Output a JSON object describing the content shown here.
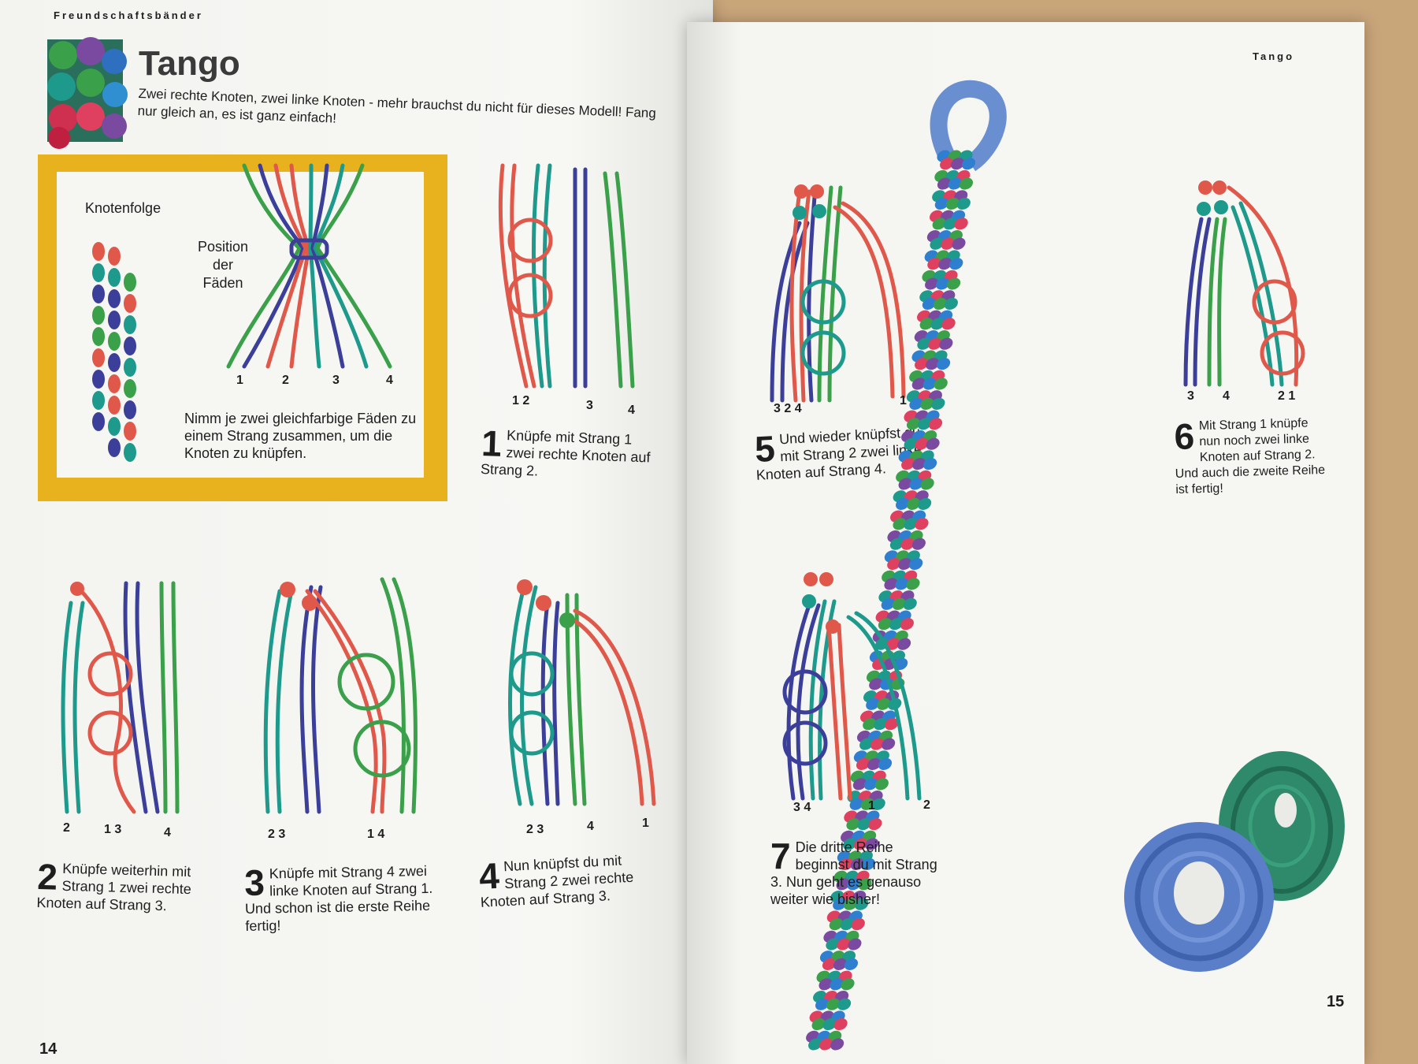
{
  "header": {
    "left": "Freundschaftsbänder",
    "right": "Tango"
  },
  "title": "Tango",
  "intro": "Zwei rechte Knoten, zwei linke Knoten - mehr brauchst du nicht für dieses Modell! Fang nur gleich an, es ist ganz einfach!",
  "infobox": {
    "knotenfolge": "Knotenfolge",
    "position": [
      "Position",
      "der",
      "Fäden"
    ],
    "numbers": [
      "1",
      "2",
      "3",
      "4"
    ],
    "text": "Nimm je zwei gleichfarbige Fäden zu einem Strang zusammen, um die Knoten zu knüpfen."
  },
  "steps": [
    {
      "n": "1",
      "text": "Knüpfe mit Strang 1 zwei rechte Knoten auf Strang 2.",
      "labels": [
        "1 2",
        "3",
        "4"
      ]
    },
    {
      "n": "2",
      "text": "Knüpfe weiterhin mit Strang 1 zwei rechte Knoten auf Strang 3.",
      "labels": [
        "2",
        "1 3",
        "4"
      ]
    },
    {
      "n": "3",
      "text": "Knüpfe mit Strang 4 zwei linke Knoten auf Strang 1. Und schon ist die erste Reihe fertig!",
      "labels": [
        "2 3",
        "1 4"
      ]
    },
    {
      "n": "4",
      "text": "Nun knüpfst du mit Strang 2 zwei rechte Knoten auf Strang 3.",
      "labels": [
        "2 3",
        "4",
        "1"
      ]
    },
    {
      "n": "5",
      "text": "Und wieder knüpfst du mit Strang 2 zwei linke Knoten auf Strang 4.",
      "labels": [
        "3 2 4",
        "1"
      ]
    },
    {
      "n": "6",
      "text": "Mit Strang 1 knüpfe nun noch zwei linke Knoten auf Strang 2. Und auch die zweite Reihe ist fertig!",
      "labels": [
        "3",
        "4",
        "2 1"
      ]
    },
    {
      "n": "7",
      "text": "Die dritte Reihe beginnst du mit Strang 3. Nun geht es genauso weiter wie bisher!",
      "labels": [
        "3 4",
        "1",
        "2"
      ]
    }
  ],
  "page_numbers": {
    "left": "14",
    "right": "15"
  },
  "colors": {
    "red": "#e0584a",
    "teal": "#1e9a8c",
    "blue": "#3c3f9a",
    "green": "#3aa04a",
    "box": "#e8b21e"
  }
}
